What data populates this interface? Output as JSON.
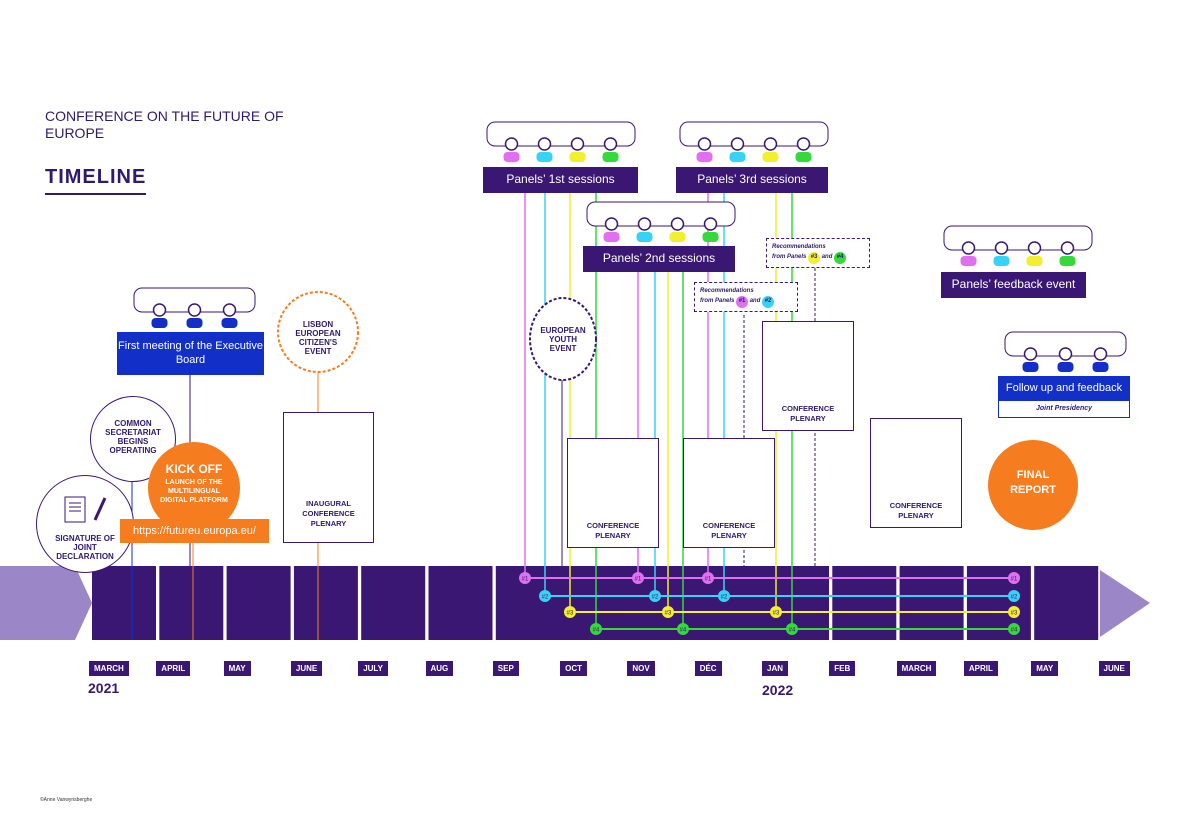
{
  "header": {
    "title": "CONFERENCE ON THE FUTURE OF EUROPE",
    "subtitle": "TIMELINE"
  },
  "months": [
    "MARCH",
    "APRIL",
    "MAY",
    "JUNE",
    "JULY",
    "AUG",
    "SEP",
    "OCT",
    "NOV",
    "DÉC",
    "JAN",
    "FEB",
    "MARCH",
    "APRIL",
    "MAY",
    "JUNE"
  ],
  "years": {
    "y2021": "2021",
    "y2022": "2022"
  },
  "events": {
    "signature": "SIGNATURE OF JOINT DECLARATION",
    "secretariat": "COMMON SECRETARIAT BEGINS OPERATING",
    "kickoff_title": "KICK OFF",
    "kickoff_sub": "LAUNCH OF THE MULTILINGUAL DIGITAL PLATFORM",
    "platform_url": "https://futureu.europa.eu/",
    "exec_board": "First meeting of the Executive Board",
    "lisbon": "LISBON EUROPEAN CITIZEN'S EVENT",
    "inaugural": "INAUGURAL CONFERENCE PLENARY",
    "youth": "EUROPEAN YOUTH EVENT",
    "panels1": "Panels’ 1st sessions",
    "panels2": "Panels’ 2nd sessions",
    "panels3": "Panels’ 3rd sessions",
    "plenary": "CONFERENCE PLENARY",
    "rec12_a": "Recommendations",
    "rec12_b": "from Panels",
    "rec12_and": "and",
    "rec34_a": "Recommendations",
    "rec34_b": "from Panels",
    "rec34_and": "and",
    "feedback_event": "Panels’ feedback event",
    "follow_up": "Follow up and feedback",
    "joint_presidency": "Joint Presidency",
    "final_report": "FINAL REPORT"
  },
  "panel_badges": [
    "#1",
    "#2",
    "#3",
    "#4"
  ],
  "colors": {
    "panel1": "#e070f0",
    "panel2": "#36d3f5",
    "panel3": "#f2ef2e",
    "panel4": "#34d93a",
    "navy": "#3a1772",
    "blue": "#1230c8",
    "orange": "#f57c1f",
    "lilac": "#9b86c8"
  },
  "copyright": "©Anne Vanwynsberghe"
}
